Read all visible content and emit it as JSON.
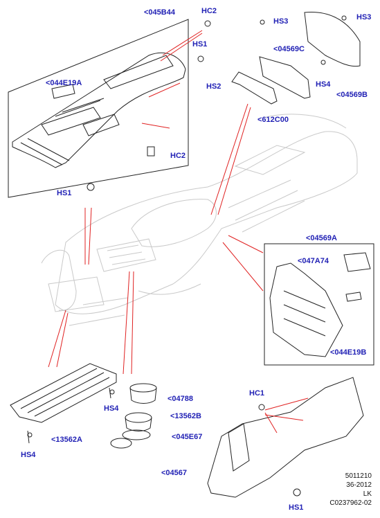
{
  "colors": {
    "callout_text": "#1f1fb4",
    "leader_line": "#e02020",
    "part_outline": "#222222",
    "ghost_outline": "#c9c9c9",
    "background": "#ffffff"
  },
  "callouts": {
    "c045B44": "<045B44",
    "hc2_top": "HC2",
    "hs1_top": "HS1",
    "c044E19A": "<044E19A",
    "hc2_mid": "HC2",
    "hs1_left": "HS1",
    "hs3_a": "HS3",
    "c04569C": "<04569C",
    "hs3_b": "HS3",
    "hs4_top": "HS4",
    "c04569B": "<04569B",
    "hs2": "HS2",
    "c612C00": "<612C00",
    "c04569A": "<04569A",
    "c047A74": "<047A74",
    "c044E19B": "<044E19B",
    "hs4_mid": "HS4",
    "c04788": "<04788",
    "c13562B": "<13562B",
    "c045E67": "<045E67",
    "c13562A": "<13562A",
    "hs4_bottom": "HS4",
    "hc1": "HC1",
    "c04567": "<04567",
    "hs1_bottom": "HS1"
  },
  "meta": {
    "line1": "5011210",
    "line2": "36-2012",
    "line3": "LK",
    "line4": "C0237962-02"
  }
}
